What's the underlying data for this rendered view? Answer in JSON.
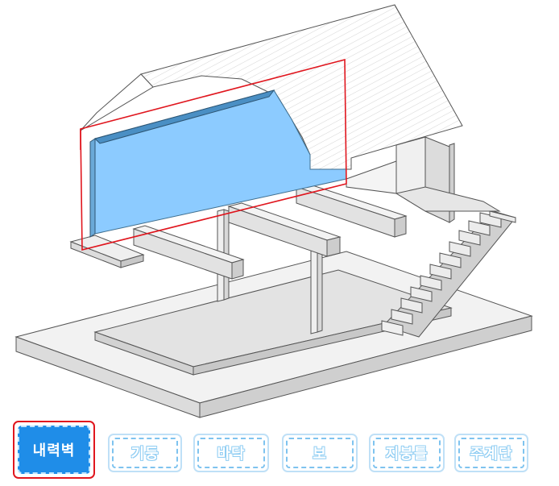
{
  "colors": {
    "highlight_fill": "#8ccbff",
    "highlight_outline": "#e0161e",
    "button_accent": "#1f8de8",
    "structure_fill": "#ececec",
    "structure_stroke": "#555555"
  },
  "parts": [
    {
      "label": "내력벽",
      "selected": true
    },
    {
      "label": "기둥",
      "selected": false
    },
    {
      "label": "바닥",
      "selected": false
    },
    {
      "label": "보",
      "selected": false
    },
    {
      "label": "지붕틀",
      "selected": false
    },
    {
      "label": "주계단",
      "selected": false
    }
  ]
}
